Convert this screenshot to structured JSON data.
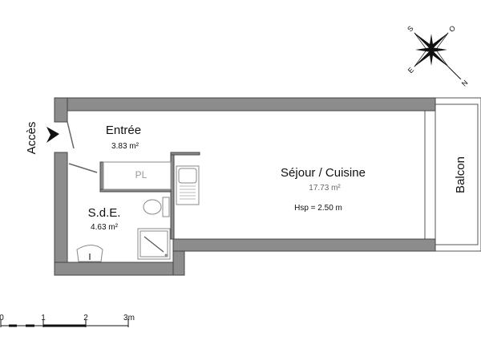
{
  "plan": {
    "rooms": [
      {
        "name": "Entrée",
        "area": "3.83 m²"
      },
      {
        "name": "S.d.E.",
        "area": "4.63 m²"
      },
      {
        "name": "Séjour / Cuisine",
        "area": "17.73 m²",
        "height": "Hsp =  2.50 m"
      },
      {
        "name": "Balcon"
      }
    ],
    "closet_label": "PL",
    "access_label": "Accès",
    "compass": {
      "labels": [
        "N",
        "E",
        "S",
        "O"
      ]
    },
    "scale": {
      "ticks": [
        "0",
        "1",
        "2",
        "3m"
      ]
    }
  },
  "colors": {
    "wall": "#8c8c8c",
    "outline": "#444444"
  }
}
